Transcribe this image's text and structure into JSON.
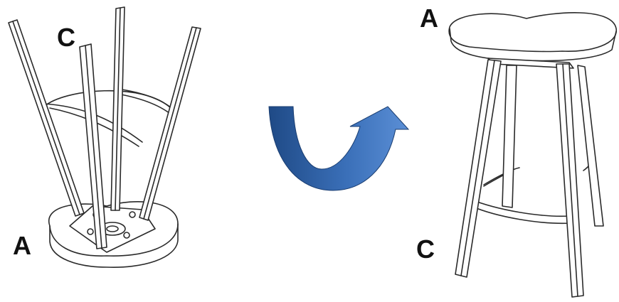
{
  "labels": {
    "left_leg_end": "C",
    "left_seat": "A",
    "right_seat": "A",
    "right_leg_end": "C"
  },
  "colors": {
    "arrow_dark": "#1f4a86",
    "arrow_light": "#5b8fd6",
    "line": "#2a2a2a"
  },
  "icons": {
    "flip_arrow": "u-turn-arrow-icon"
  }
}
